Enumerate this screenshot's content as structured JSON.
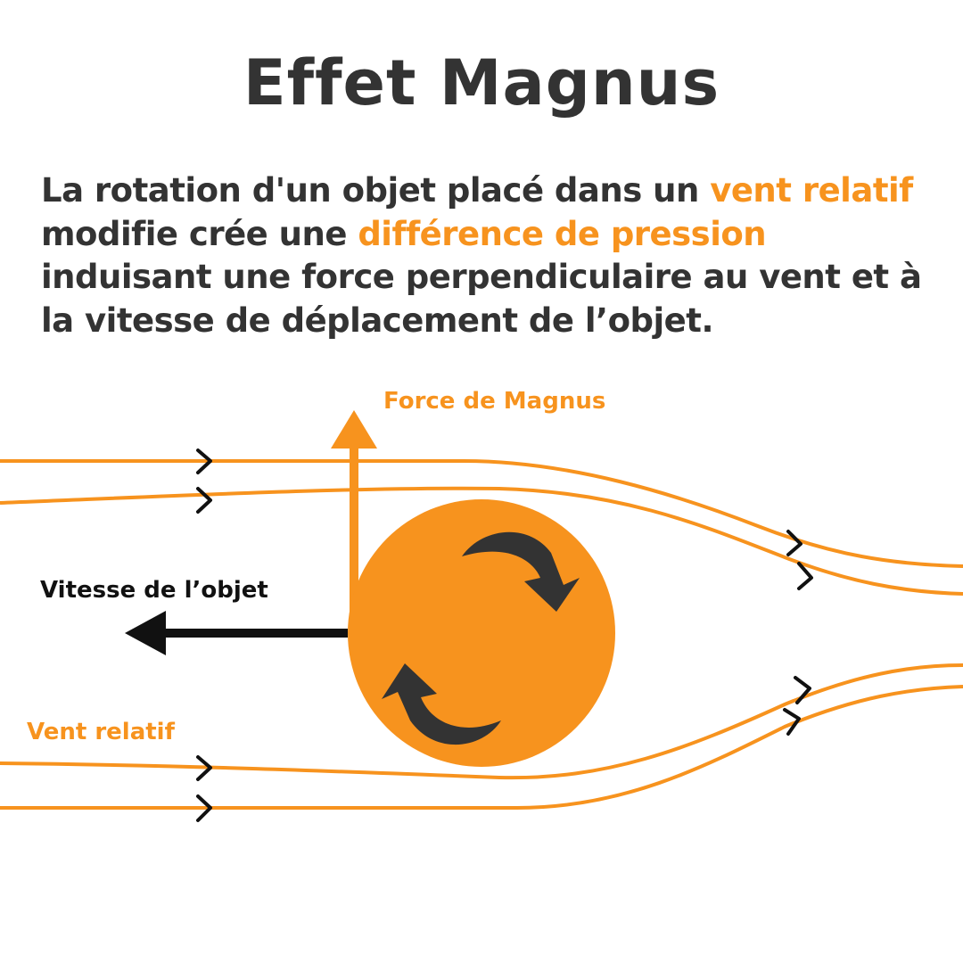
{
  "title": "Effet Magnus",
  "description": {
    "part1": "La rotation d'un objet placé dans un ",
    "highlight1": "vent relatif",
    "part2": " modifie crée une ",
    "highlight2": "différence de pression",
    "part3": " induisant une force perpendiculaire au vent et à la vitesse de déplacement de l’objet."
  },
  "diagram": {
    "force_label": "Force de Magnus",
    "velocity_label": "Vitesse de l’objet",
    "wind_label": "Vent relatif"
  },
  "colors": {
    "accent": "#f7931e",
    "text": "#333333",
    "arrow_dark": "#111111",
    "rotation_arrow": "#333333"
  }
}
